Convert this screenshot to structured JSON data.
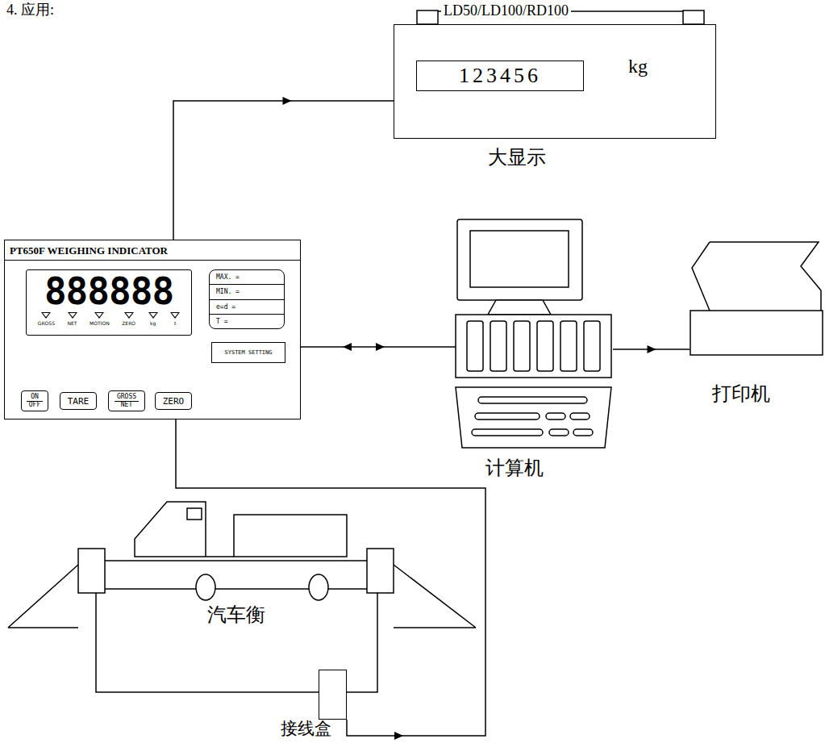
{
  "diagram": {
    "nodes": [
      {
        "text": [
          "LD50/LD100/RD100",
          "kg",
          "大显示"
        ]
      },
      {
        "text": [
          "123456"
        ],
        "in": 0
      },
      {
        "text": [
          "PT650F WEIGHING INDICATOR"
        ]
      },
      {
        "text": [
          "888888",
          "GROSS",
          "NET",
          "MOTION",
          "ZERO",
          "kg",
          "t"
        ],
        "in": 2
      },
      {
        "text": [
          "MAX. =",
          "MIN. =",
          "e=d =",
          "T ="
        ],
        "in": 2
      },
      {
        "text": [
          "SYSTEM SETTING"
        ],
        "in": 2
      },
      {
        "text": [
          "ON OFF"
        ],
        "in": 2
      },
      {
        "text": [
          "TARE"
        ],
        "in": 2
      },
      {
        "text": [
          "GROSS NET"
        ],
        "in": 2
      },
      {
        "text": [
          "ZERO"
        ],
        "in": 2
      },
      {
        "text": [
          "计算机"
        ]
      },
      {
        "text": [
          "打印机"
        ]
      },
      {
        "text": [
          "汽车衡"
        ]
      },
      {
        "text": [
          "接线盒"
        ]
      }
    ],
    "edges": [
      {
        "from": 2,
        "to": 0,
        "arrow": "to"
      },
      {
        "from": 2,
        "to": 10,
        "arrow": "both"
      },
      {
        "from": 10,
        "to": 11,
        "arrow": "to"
      },
      {
        "from": 12,
        "to": 13,
        "arrow": "none"
      },
      {
        "from": 13,
        "to": 2,
        "arrow": "to"
      }
    ],
    "labels": [
      "4. 应用:"
    ]
  }
}
